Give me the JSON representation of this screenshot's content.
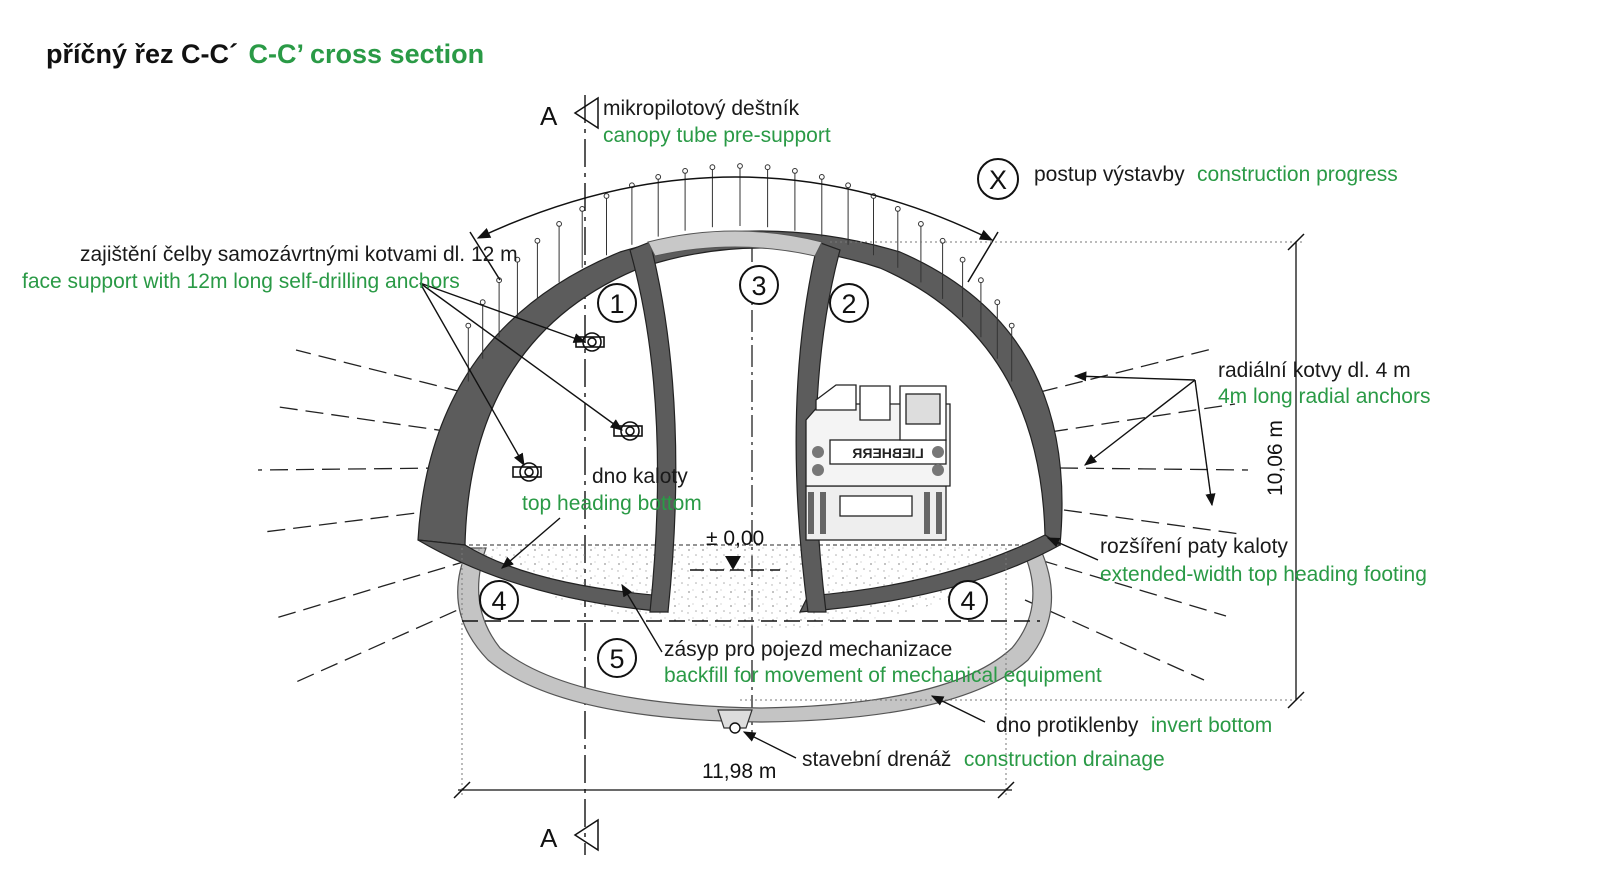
{
  "title": {
    "cz": "příčný řez C-C´",
    "en": "C-C’ cross section"
  },
  "section_marks": {
    "top": "A",
    "bottom": "A"
  },
  "labels": {
    "canopy": {
      "cz": "mikropilotový deštník",
      "en": "canopy tube pre-support"
    },
    "progress": {
      "symbol": "X",
      "cz": "postup výstavby",
      "en": "construction progress"
    },
    "face_support": {
      "cz": "zajištění čelby samozávrtnými kotvami dl. 12 m",
      "en": "face support with 12m long self-drilling anchors"
    },
    "radial_anchors": {
      "cz": "radiální kotvy dl. 4 m",
      "en": "4m long radial anchors"
    },
    "heading_bottom": {
      "cz": "dno kaloty",
      "en": "top heading bottom"
    },
    "footing": {
      "cz": "rozšíření paty kaloty",
      "en": "extended-width top heading footing"
    },
    "backfill": {
      "cz": "zásyp pro pojezd mechanizace",
      "en": "backfill for movement of mechanical equipment"
    },
    "invert": {
      "cz": "dno protiklenby",
      "en": "invert bottom"
    },
    "drainage": {
      "cz": "stavební drenáž",
      "en": "construction drainage"
    }
  },
  "dimensions": {
    "height": "10,06 m",
    "width": "11,98 m",
    "level": "± 0,00"
  },
  "excavation_steps": [
    "1",
    "2",
    "3",
    "4",
    "4",
    "5"
  ],
  "machine_brand": "LIEBHERR",
  "colors": {
    "green": "#2a9a46",
    "lining": "#5f5f5f",
    "invert": "#bdbdbd",
    "line": "#111111"
  }
}
